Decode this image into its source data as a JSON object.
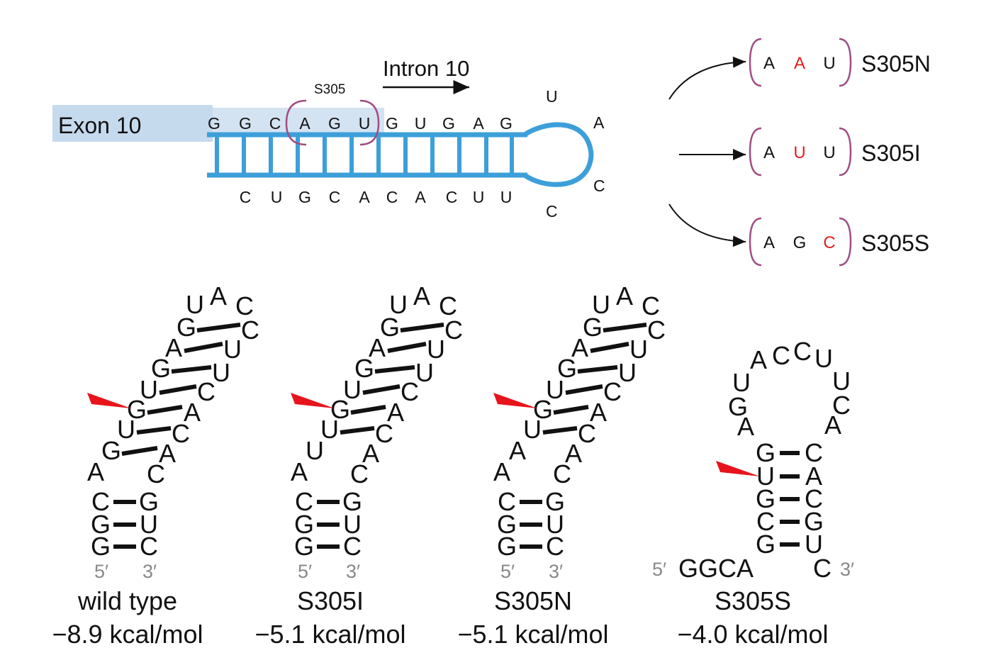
{
  "colors": {
    "helix": "#3d9fd9",
    "exon_fill": "#c6daee",
    "bracket": "#a04d82",
    "mutation": "#e02020",
    "arrowhead": "#e8141c",
    "prime_label": "#888888",
    "text": "#111111"
  },
  "hairpin": {
    "exon_label": "Exon 10",
    "intron_label": "Intron 10",
    "codon_label": "S305",
    "top_strand": [
      "G",
      "G",
      "C",
      "A",
      "G",
      "U",
      "G",
      "U",
      "G",
      "A",
      "G"
    ],
    "bottom_strand": [
      "C",
      "U",
      "G",
      "C",
      "A",
      "C",
      "A",
      "C",
      "U",
      "U"
    ],
    "loop": [
      "U",
      "A",
      "C",
      "C"
    ]
  },
  "variants": [
    {
      "codon": [
        "A",
        "A",
        "U"
      ],
      "mutated_index": 1,
      "label": "S305N"
    },
    {
      "codon": [
        "A",
        "U",
        "U"
      ],
      "mutated_index": 1,
      "label": "S305I"
    },
    {
      "codon": [
        "A",
        "G",
        "C"
      ],
      "mutated_index": 2,
      "label": "S305S"
    }
  ],
  "structures": [
    {
      "name": "wild type",
      "energy": "−8.9 kcal/mol",
      "five_prime": "5′",
      "three_prime": "3′",
      "nucleotides": [
        "G",
        "G",
        "C",
        "A",
        "G",
        "U",
        "G",
        "U",
        "G",
        "A",
        "G",
        "U",
        "A",
        "C",
        "C",
        "U",
        "U",
        "C",
        "A",
        "C",
        "A",
        "C",
        "G",
        "U",
        "C"
      ]
    },
    {
      "name": "S305I",
      "energy": "−5.1 kcal/mol",
      "five_prime": "5′",
      "three_prime": "3′",
      "nucleotides": [
        "G",
        "G",
        "C",
        "A",
        "U",
        "U",
        "G",
        "U",
        "G",
        "A",
        "G",
        "U",
        "A",
        "C",
        "C",
        "U",
        "U",
        "C",
        "A",
        "C",
        "A",
        "C",
        "G",
        "U",
        "C"
      ]
    },
    {
      "name": "S305N",
      "energy": "−5.1 kcal/mol",
      "five_prime": "5′",
      "three_prime": "3′",
      "nucleotides": [
        "G",
        "G",
        "C",
        "A",
        "A",
        "U",
        "G",
        "U",
        "G",
        "A",
        "G",
        "U",
        "A",
        "C",
        "C",
        "U",
        "U",
        "C",
        "A",
        "C",
        "A",
        "C",
        "G",
        "U",
        "C"
      ]
    },
    {
      "name": "S305S",
      "energy": "−4.0 kcal/mol",
      "five_prime": "5′",
      "three_prime": "3′",
      "tail_5": "GGCA",
      "nucleotides": [
        "G",
        "C",
        "G",
        "U",
        "G",
        "A",
        "G",
        "U",
        "A",
        "C",
        "C",
        "U",
        "U",
        "C",
        "A",
        "C",
        "A",
        "C",
        "G",
        "U",
        "C"
      ]
    }
  ]
}
